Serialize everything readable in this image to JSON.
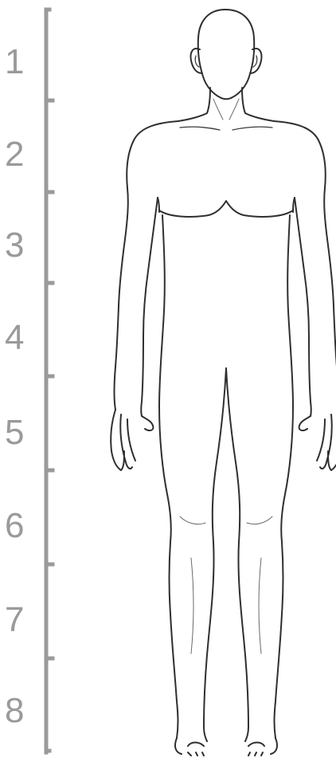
{
  "scale": {
    "labels": [
      "1",
      "2",
      "3",
      "4",
      "5",
      "6",
      "7",
      "8"
    ]
  },
  "colors": {
    "ruler": "#9a9a9a",
    "outline": "#2f2f2f",
    "background": "#ffffff"
  }
}
